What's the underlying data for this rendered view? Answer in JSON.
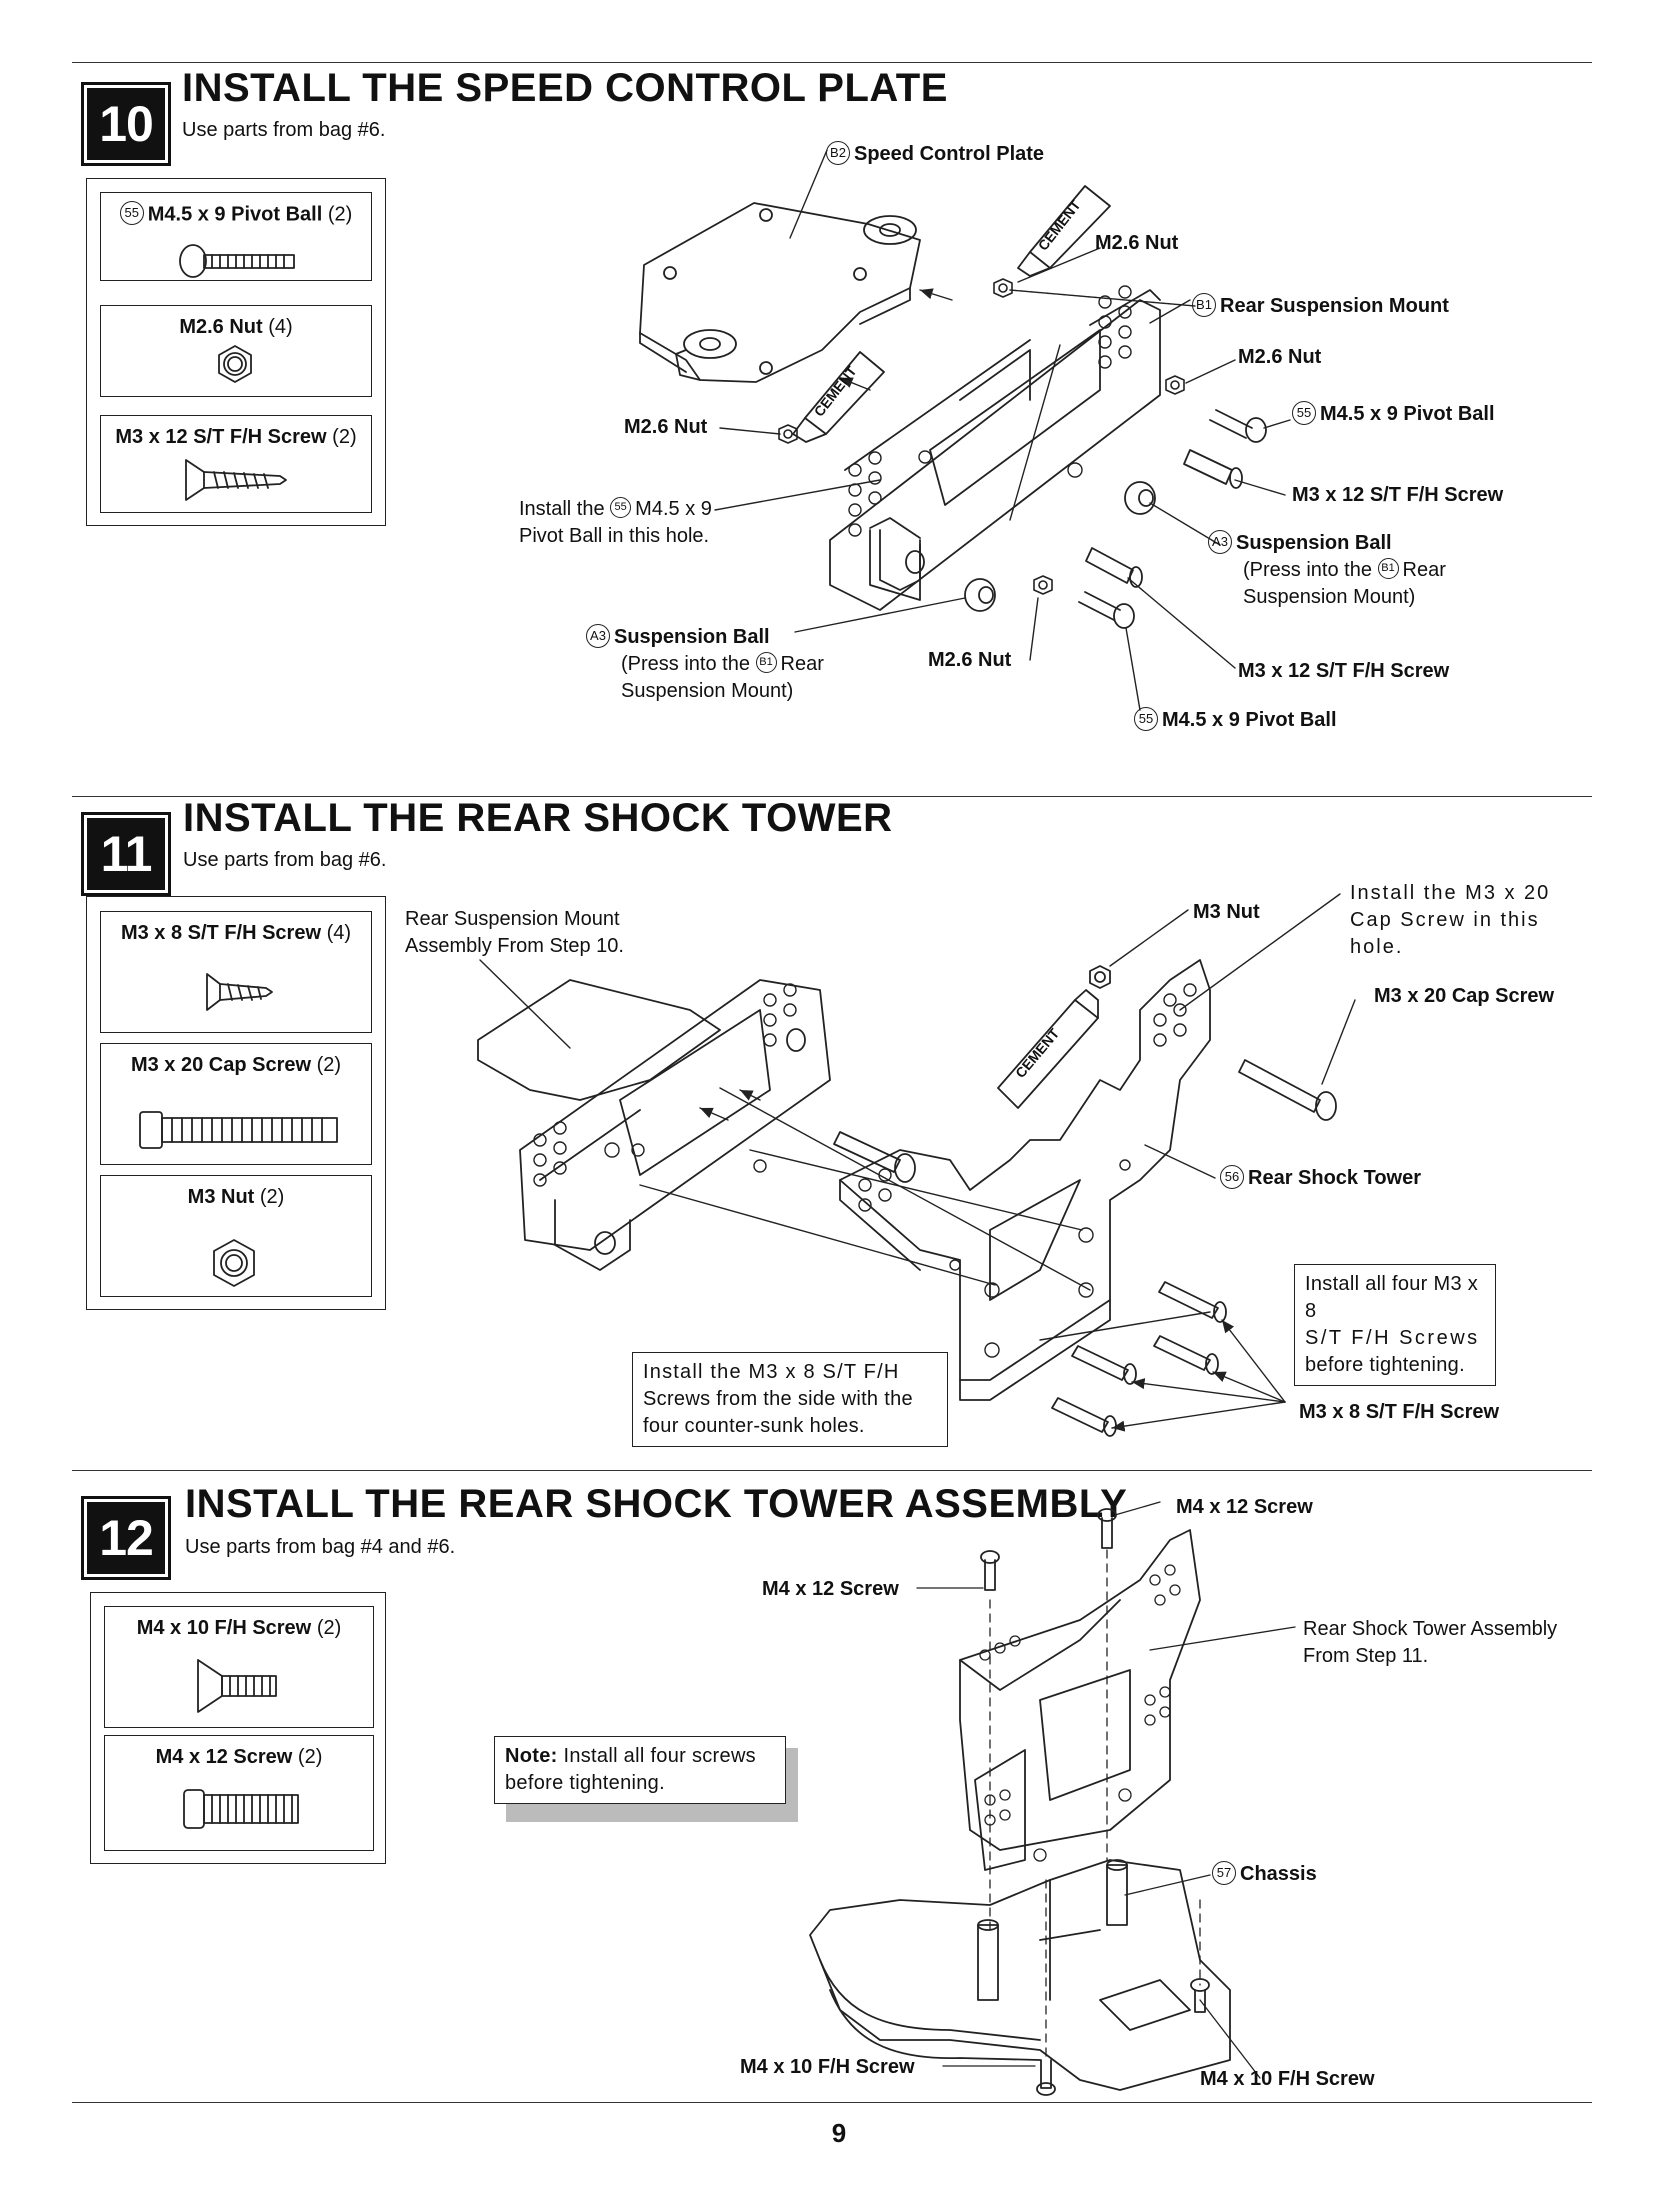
{
  "page_number": "9",
  "cement_label": "CEMENT",
  "steps": [
    {
      "number": "10",
      "title": "INSTALL THE SPEED CONTROL PLATE",
      "subtitle": "Use parts from bag #6.",
      "parts": [
        {
          "num": "55",
          "name": "M4.5 x 9 Pivot Ball",
          "qty": "(2)"
        },
        {
          "name": "M2.6 Nut",
          "qty": "(4)"
        },
        {
          "name": "M3 x 12 S/T F/H Screw",
          "qty": "(2)"
        }
      ],
      "callouts": {
        "b2_num": "B2",
        "b2": "Speed Control Plate",
        "m26_top": "M2.6 Nut",
        "b1_num": "B1",
        "b1": "Rear Suspension Mount",
        "m26_right": "M2.6 Nut",
        "p55_num_a": "55",
        "p55_a": "M4.5 x 9 Pivot Ball",
        "m26_left": "M2.6 Nut",
        "install_hole_1": "Install the",
        "install_hole_num": "55",
        "install_hole_2": "M4.5 x 9",
        "install_hole_3": "Pivot Ball in this hole.",
        "screw_a": "M3 x 12 S/T F/H Screw",
        "a3_num_r": "A3",
        "a3_r": "Suspension Ball",
        "a3_r_note1": "(Press into the",
        "a3_r_note_num": "B1",
        "a3_r_note2": "Rear",
        "a3_r_note3": "Suspension Mount)",
        "a3_num_l": "A3",
        "a3_l": "Suspension Ball",
        "a3_l_note1": "(Press into the",
        "a3_l_note_num": "B1",
        "a3_l_note2": "Rear",
        "a3_l_note3": "Suspension Mount)",
        "m26_bottom": "M2.6 Nut",
        "screw_b": "M3 x 12 S/T F/H Screw",
        "p55_num_b": "55",
        "p55_b": "M4.5 x 9 Pivot Ball"
      }
    },
    {
      "number": "11",
      "title": "INSTALL THE REAR SHOCK TOWER",
      "subtitle": "Use parts from bag #6.",
      "parts": [
        {
          "name": "M3 x 8 S/T F/H Screw",
          "qty": "(4)"
        },
        {
          "name": "M3 x 20 Cap Screw",
          "qty": "(2)"
        },
        {
          "name": "M3 Nut",
          "qty": "(2)"
        }
      ],
      "callouts": {
        "assembly_1": "Rear Suspension Mount",
        "assembly_2": "Assembly From Step 10.",
        "m3_nut": "M3 Nut",
        "install_cap_1": "Install the M3 x 20",
        "install_cap_2": "Cap Screw in this",
        "install_cap_3": "hole.",
        "cap_screw": "M3 x 20 Cap Screw",
        "tower_num": "56",
        "tower": "Rear Shock Tower",
        "note_four_1": "Install all four M3 x 8",
        "note_four_2": "S/T F/H Screws",
        "note_four_3": "before tightening.",
        "note_side_1": "Install the M3 x 8 S/T F/H",
        "note_side_2": "Screws from the side with the",
        "note_side_3": "four counter-sunk holes.",
        "m3x8": "M3 x 8 S/T F/H Screw"
      }
    },
    {
      "number": "12",
      "title": "INSTALL THE REAR SHOCK TOWER ASSEMBLY",
      "subtitle": "Use parts from bag #4 and #6.",
      "parts": [
        {
          "name": "M4 x 10 F/H Screw",
          "qty": "(2)"
        },
        {
          "name": "M4 x 12 Screw",
          "qty": "(2)"
        }
      ],
      "callouts": {
        "m4x12_a": "M4 x 12 Screw",
        "m4x12_b": "M4 x 12 Screw",
        "assy_1": "Rear Shock Tower Assembly",
        "assy_2": "From Step 11.",
        "note_bold": "Note:",
        "note_1": "Install all four screws",
        "note_2": "before tightening.",
        "chassis_num": "57",
        "chassis": "Chassis",
        "m4x10_a": "M4 x 10 F/H Screw",
        "m4x10_b": "M4 x 10 F/H Screw"
      }
    }
  ]
}
